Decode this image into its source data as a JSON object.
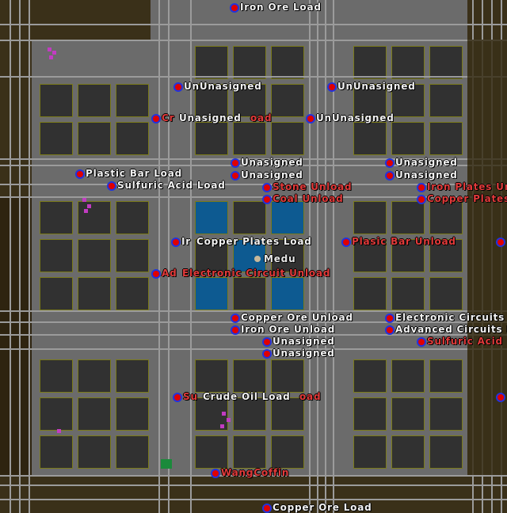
{
  "view": "factorio-map",
  "colors": {
    "ground": "#3a3019",
    "concrete": "#6b6b6b",
    "block_floor": "#313131",
    "block_border": "#7a7a1a",
    "entity_blue": "#1463a0",
    "rail": "#9b9b9b",
    "station_dot": "#e00000",
    "station_ring": "#2233dd",
    "label_white": "#f2f2f2",
    "label_red": "#e23a3a"
  },
  "player": {
    "name": "Medu"
  },
  "stations": [
    {
      "name": "Iron Ore Load",
      "color": "white"
    },
    {
      "name": "UnUnasigned",
      "color": "white"
    },
    {
      "name": "UnUnasigned",
      "color": "white"
    },
    {
      "name": "Cr",
      "color": "red"
    },
    {
      "name": "Unasigned",
      "color": "white"
    },
    {
      "name": "oad",
      "color": "red"
    },
    {
      "name": "UnUnasigned",
      "color": "white"
    },
    {
      "name": "Unasigned",
      "color": "white"
    },
    {
      "name": "Unasigned",
      "color": "white"
    },
    {
      "name": "Unasigned",
      "color": "white"
    },
    {
      "name": "Unasigned",
      "color": "white"
    },
    {
      "name": "Plastic Bar Load",
      "color": "white"
    },
    {
      "name": "Sulfuric Acid Load",
      "color": "white"
    },
    {
      "name": "Stone Unload",
      "color": "red"
    },
    {
      "name": "Coal Unload",
      "color": "red"
    },
    {
      "name": "Iron Plates Un",
      "color": "red"
    },
    {
      "name": "Copper Plates",
      "color": "red"
    },
    {
      "name": "Ir",
      "color": "white"
    },
    {
      "name": "Copper Plates Load",
      "color": "white"
    },
    {
      "name": "Plasic Bar Unload",
      "color": "red"
    },
    {
      "name": "Ad",
      "color": "red"
    },
    {
      "name": "Electronic Circuit Unload",
      "color": "red"
    },
    {
      "name": "Copper Ore Unload",
      "color": "white"
    },
    {
      "name": "Iron Ore Unload",
      "color": "white"
    },
    {
      "name": "Unasigned",
      "color": "white"
    },
    {
      "name": "Unasigned",
      "color": "white"
    },
    {
      "name": "Electronic Circuits L",
      "color": "white"
    },
    {
      "name": "Advanced Circuits L",
      "color": "white"
    },
    {
      "name": "Sulfuric Acid U",
      "color": "red"
    },
    {
      "name": "Su",
      "color": "red"
    },
    {
      "name": "Crude Oil Load",
      "color": "white"
    },
    {
      "name": "oad",
      "color": "red"
    },
    {
      "name": "WangCoffin",
      "color": "red"
    },
    {
      "name": "Copper Ore Load",
      "color": "white"
    }
  ]
}
